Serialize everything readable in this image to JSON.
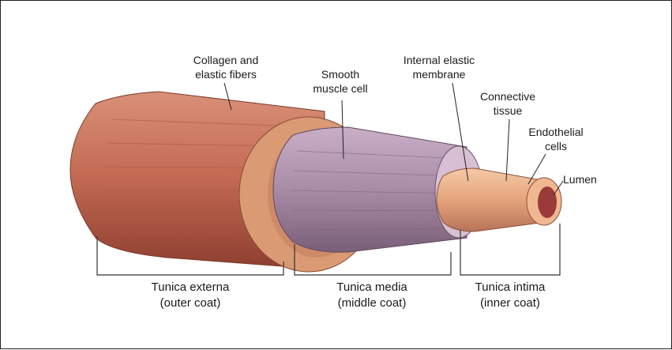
{
  "labels": {
    "collagen": [
      "Collagen and",
      "elastic fibers"
    ],
    "smooth_muscle": [
      "Smooth",
      "muscle cell"
    ],
    "internal_elastic": [
      "Internal elastic",
      "membrane"
    ],
    "connective": [
      "Connective",
      "tissue"
    ],
    "endothelial": [
      "Endothelial",
      "cells"
    ],
    "lumen": "Lumen"
  },
  "layers": {
    "externa": [
      "Tunica externa",
      "(outer coat)"
    ],
    "media": [
      "Tunica media",
      "(middle coat)"
    ],
    "intima": [
      "Tunica intima",
      "(inner coat)"
    ]
  },
  "colors": {
    "externa": "#c27058",
    "media": "#a88ca6",
    "intima": "#e4a47c",
    "lumen": "#9b3a3a"
  }
}
